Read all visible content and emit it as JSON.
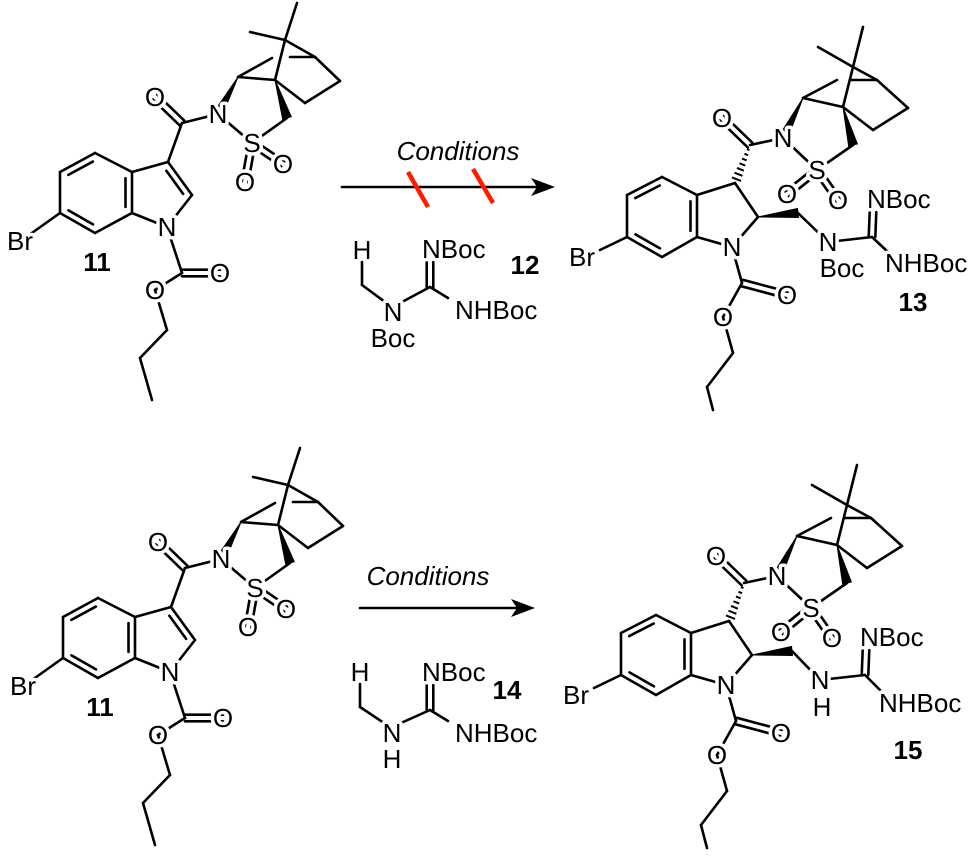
{
  "colors": {
    "line": "#000000",
    "failed_mark": "#ff1a00"
  },
  "reactions": [
    {
      "substrate": {
        "id": "11",
        "atoms": {
          "br": "Br",
          "n_indole": "N",
          "o_carbonyl": "O",
          "n_sultam": "N",
          "s": "S",
          "o_s1": "O",
          "o_s2": "O",
          "o_ester_dbl": "O",
          "o_ester": "O"
        }
      },
      "conditions": "Conditions",
      "failed": true,
      "reagent": {
        "id": "12",
        "h": "H",
        "n_alkyl": "N",
        "n_alkyl_sub": "Boc",
        "imine": "NBoc",
        "amine": "NHBoc"
      },
      "product": {
        "id": "13",
        "atoms": {
          "br": "Br",
          "n_indole": "N",
          "o_carbonyl": "O",
          "n_sultam": "N",
          "s": "S",
          "o_s1": "O",
          "o_s2": "O",
          "o_ester_dbl": "O",
          "o_ester": "O"
        },
        "guanidine": {
          "n": "N",
          "n_sub": "Boc",
          "imine": "NBoc",
          "amine": "NHBoc"
        }
      }
    },
    {
      "substrate": {
        "id": "11",
        "atoms": {
          "br": "Br",
          "n_indole": "N",
          "o_carbonyl": "O",
          "n_sultam": "N",
          "s": "S",
          "o_s1": "O",
          "o_s2": "O",
          "o_ester_dbl": "O",
          "o_ester": "O"
        }
      },
      "conditions": "Conditions",
      "failed": false,
      "reagent": {
        "id": "14",
        "h": "H",
        "n_alkyl": "N",
        "n_alkyl_sub": "H",
        "imine": "NBoc",
        "amine": "NHBoc"
      },
      "product": {
        "id": "15",
        "atoms": {
          "br": "Br",
          "n_indole": "N",
          "o_carbonyl": "O",
          "n_sultam": "N",
          "s": "S",
          "o_s1": "O",
          "o_s2": "O",
          "o_ester_dbl": "O",
          "o_ester": "O"
        },
        "guanidine": {
          "n": "N",
          "n_sub": "H",
          "imine": "NBoc",
          "amine": "NHBoc"
        }
      }
    }
  ]
}
